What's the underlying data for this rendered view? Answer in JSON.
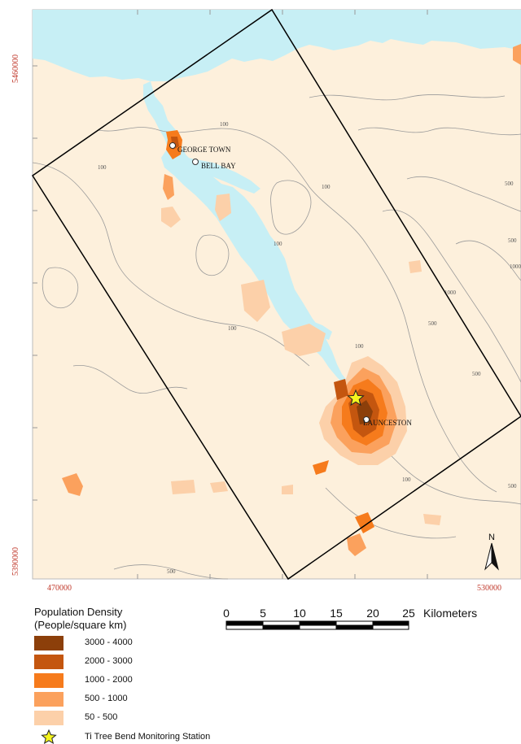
{
  "map": {
    "coords": {
      "y_top": "5460000",
      "y_bottom": "5390000",
      "x_left": "470000",
      "x_right": "530000"
    },
    "places": {
      "george_town": "GEORGE TOWN",
      "bell_bay": "BELL BAY",
      "launceston": "LAUNCESTON"
    },
    "contours": {
      "c1": "100",
      "c2": "100",
      "c3": "100",
      "c4": "100",
      "c5": "100",
      "c6": "100",
      "c7": "100",
      "c8": "500",
      "c9": "500",
      "c10": "1000",
      "c11": "500",
      "c12": "500",
      "c13": "500",
      "c14": "1000",
      "c15": "500"
    },
    "north_label": "N",
    "colors": {
      "sea": "#c7eff5",
      "land": "#fdf0dc",
      "contour": "#9a9a9a",
      "frame": "#000000"
    }
  },
  "legend": {
    "title_line1": "Population Density",
    "title_line2": "(People/square km)",
    "classes": [
      {
        "label": "3000 - 4000",
        "color": "#8c3f0a"
      },
      {
        "label": "2000 - 3000",
        "color": "#c4560f"
      },
      {
        "label": "1000 - 2000",
        "color": "#f67b1c"
      },
      {
        "label": "500 - 1000",
        "color": "#fba15d"
      },
      {
        "label": "50 - 500",
        "color": "#fcd0a9"
      }
    ],
    "station_label": "Ti Tree Bend Monitoring Station",
    "station_icon": "star-icon",
    "station_color": "#f5f51e"
  },
  "scalebar": {
    "ticks": [
      "0",
      "5",
      "10",
      "15",
      "20",
      "25"
    ],
    "unit": "Kilometers"
  }
}
